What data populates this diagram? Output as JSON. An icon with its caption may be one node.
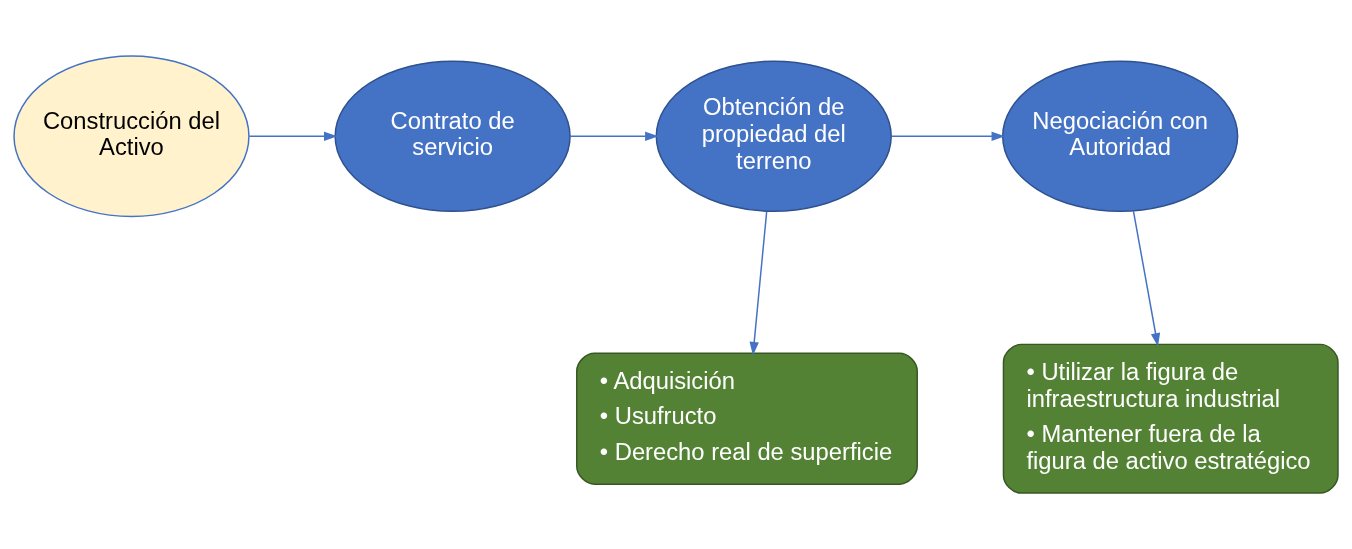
{
  "diagram": {
    "nodes": [
      {
        "text": [
          "Construcción del Activo"
        ]
      },
      {
        "text": [
          "Contrato de servicio"
        ]
      },
      {
        "text": [
          "Obtención de propiedad del terreno"
        ]
      },
      {
        "text": [
          "Negociación con Autoridad"
        ]
      },
      {
        "text": [
          "• Adquisición",
          "• Usufructo",
          "• Derecho real de superficie"
        ]
      },
      {
        "text": [
          "• Utilizar la figura de infraestructura industrial",
          "• Mantener fuera de la figura de activo estratégico"
        ]
      }
    ],
    "edges": [
      {
        "from": 0,
        "to": 1,
        "arrow": "to"
      },
      {
        "from": 1,
        "to": 2,
        "arrow": "to"
      },
      {
        "from": 2,
        "to": 3,
        "arrow": "to"
      },
      {
        "from": 2,
        "to": 4,
        "arrow": "to"
      },
      {
        "from": 3,
        "to": 5,
        "arrow": "to"
      }
    ]
  }
}
